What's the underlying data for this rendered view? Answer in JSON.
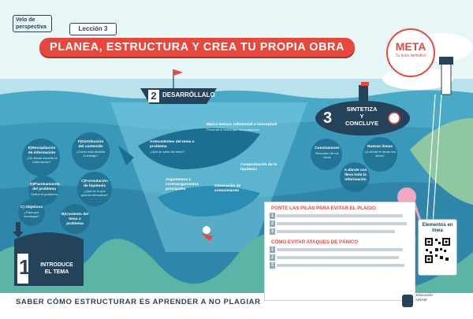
{
  "header": {
    "logo_line1": "Velo de",
    "logo_line2": "perspectiva",
    "lesson": "Lección 3",
    "title": "PLANEA, ESTRUCTURA Y CREA TU PROPIA OBRA"
  },
  "meta": {
    "title": "META",
    "subtitle": "Tu texto definitivo"
  },
  "steps": [
    {
      "number": "1",
      "label_line1": "INTRODUCE",
      "label_line2": "EL TEMA"
    },
    {
      "number": "2",
      "label": "DESARRÓLLALO"
    },
    {
      "number": "3",
      "label_line1": "SINTETIZA",
      "label_line2": "Y",
      "label_line3": "CONCLUYE"
    }
  ],
  "nodes": [
    {
      "title": "E)Recopilación de información",
      "sub": "¿De dónde sacaste la información?"
    },
    {
      "title": "F)Distribución del contenido",
      "sub": "¿Cómo está dividida tu trabajo?"
    },
    {
      "title": "D)Planteamiento del problema",
      "sub": "Define el problema"
    },
    {
      "title": "C)Formulación de hipótesis",
      "sub": "¿Qué es lo que quieres demostrar?"
    },
    {
      "title": "C) Objetivos",
      "sub": "¿Para qué investigas?"
    },
    {
      "title": "B)Contexto del tema o problema",
      "sub": ""
    },
    {
      "title": "Antecedentes del tema o problema",
      "sub": "¿Qué se sabe del tema?"
    },
    {
      "title": "Marco teórico, referencial o conceptual",
      "sub": "Presenta la teoría que da fundamento"
    },
    {
      "title": "Argumentos y contraargumentos principales",
      "sub": ""
    },
    {
      "title": "Generación de conocimiento",
      "sub": ""
    },
    {
      "title": "Comprobación de la hipótesis",
      "sub": ""
    },
    {
      "title": "Conclusiones",
      "sub": "Resumen de tus ideas"
    },
    {
      "title": "Nuevas líneas",
      "sub": "¿A dónde te llevan tus ideas?"
    },
    {
      "title": "A dónde nos lleva toda la información",
      "sub": ""
    }
  ],
  "panel": {
    "heading1": "PONTE LAS PILAS PARA EVITAR EL PLAGIO",
    "heading2": "CÓMO EVITAR ATAQUES DE PÁNICO",
    "rows1": [
      "1",
      "2",
      "3"
    ],
    "rows2": [
      "1",
      "2",
      "3"
    ]
  },
  "qr": {
    "title": "Elementos en línea"
  },
  "footer": {
    "text": "SABER CÓMO ESTRUCTURAR ES APRENDER A NO PLAGIAR",
    "org": "Educación",
    "org2": "UNAM"
  }
}
